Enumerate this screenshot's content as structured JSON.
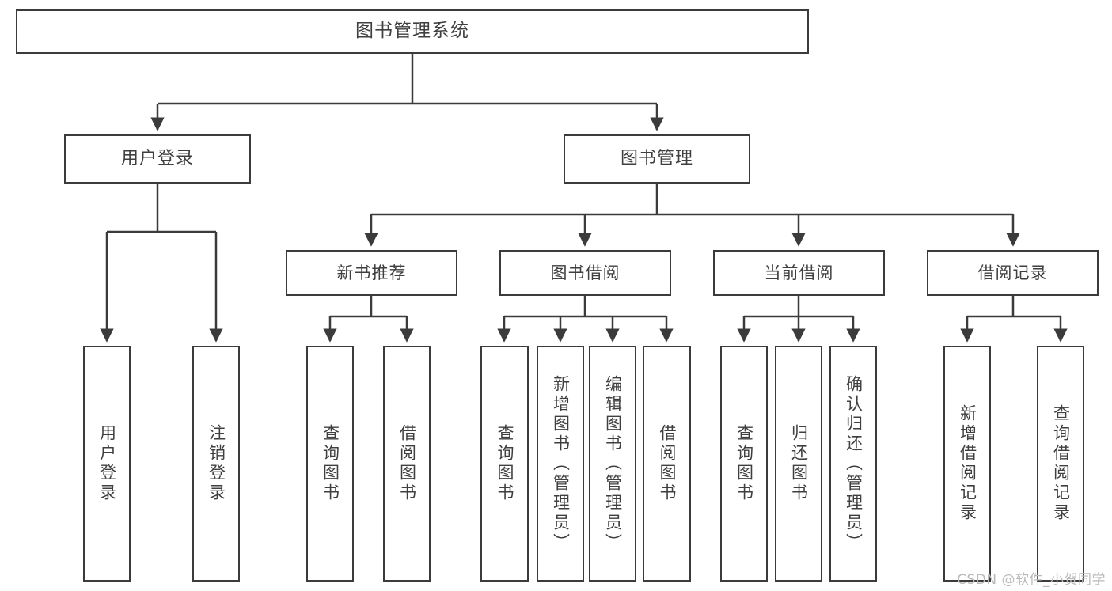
{
  "diagram": {
    "type": "tree",
    "title": "图书管理系统",
    "colors": {
      "stroke": "#3b3b3b",
      "text": "#3f3f3f",
      "background": "#ffffff",
      "watermark": "#b9b9b9"
    },
    "root": {
      "label": "图书管理系统"
    },
    "level2": [
      {
        "label": "用户登录"
      },
      {
        "label": "图书管理"
      }
    ],
    "level3": [
      {
        "label": "新书推荐"
      },
      {
        "label": "图书借阅"
      },
      {
        "label": "当前借阅"
      },
      {
        "label": "借阅记录"
      }
    ],
    "leaves": {
      "user_login": [
        {
          "label": "用户登录"
        },
        {
          "label": "注销登录"
        }
      ],
      "new_book": [
        {
          "label": "查询图书"
        },
        {
          "label": "借阅图书"
        }
      ],
      "book_borrow": [
        {
          "label": "查询图书"
        },
        {
          "label": "新增图书（管理员）"
        },
        {
          "label": "编辑图书（管理员）"
        },
        {
          "label": "借阅图书"
        }
      ],
      "current_borrow": [
        {
          "label": "查询图书"
        },
        {
          "label": "归还图书"
        },
        {
          "label": "确认归还（管理员）"
        }
      ],
      "borrow_record": [
        {
          "label": "新增借阅记录"
        },
        {
          "label": "查询借阅记录"
        }
      ]
    }
  },
  "watermark": {
    "text": "CSDN @软件_小贺同学"
  }
}
